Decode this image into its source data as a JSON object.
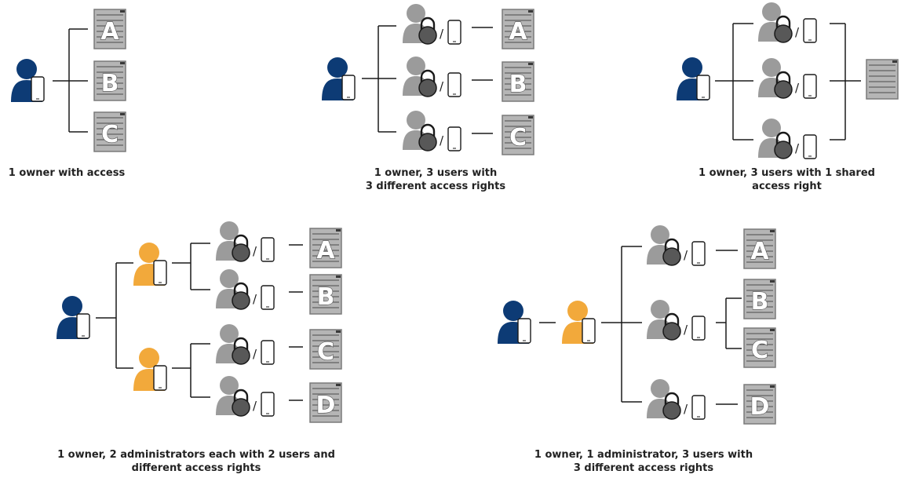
{
  "captions": {
    "c1": {
      "lines": [
        "1 owner with access"
      ]
    },
    "c2": {
      "lines": [
        "1 owner, 3 users with",
        "3 different access rights"
      ]
    },
    "c3": {
      "lines": [
        "1 owner, 3 users with 1 shared",
        "access right"
      ]
    },
    "c4": {
      "lines": [
        "1 owner, 2 administrators each with 2 users and",
        "different access rights"
      ]
    },
    "c5": {
      "lines": [
        "1 owner, 1 administrator, 3 users with",
        "3 different access rights"
      ]
    }
  },
  "lockers": {
    "l1": "A",
    "l2": "B",
    "l3": "C",
    "l4": "A",
    "l5": "B",
    "l6": "C",
    "l7": "",
    "l8": "A",
    "l9": "B",
    "l10": "C",
    "l11": "D",
    "l12": "A",
    "l13": "B",
    "l14": "C",
    "l15": "D"
  },
  "separator": "/",
  "colors": {
    "owner": "#0d3b75",
    "administrator": "#f2a93b",
    "user": "#9b9b9b",
    "lock": "#585858",
    "locker_fill": "#b5b5b5",
    "locker_border": "#7a7a7a",
    "line": "#1a1a1a"
  },
  "icons": [
    "owner-person-icon",
    "administrator-person-icon",
    "user-person-icon",
    "padlock-icon",
    "smartphone-icon",
    "locker-cabinet-icon"
  ]
}
